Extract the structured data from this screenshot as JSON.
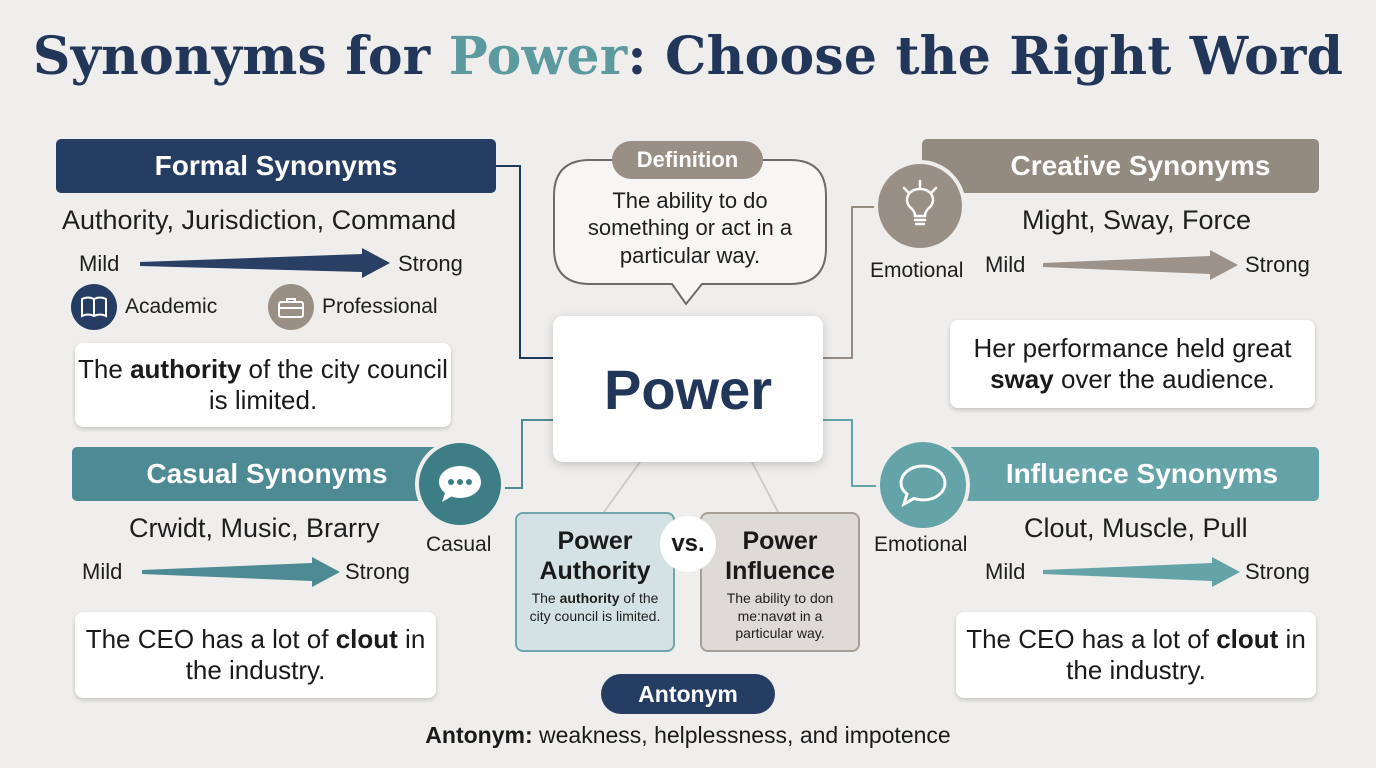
{
  "title": {
    "prefix": "Synonyms for ",
    "accent": "Power",
    "suffix": ": Choose the Right Word"
  },
  "colors": {
    "navy": "#263d63",
    "teal": "#4d8a93",
    "taupe": "#938a80",
    "sea": "#64a3a8",
    "background": "#efeeec"
  },
  "center": {
    "word": "Power",
    "definition_label": "Definition",
    "definition_text": "The ability to do something or act in a particular way."
  },
  "formal": {
    "header": "Formal Synonyms",
    "words": "Authority,  Jurisdiction, Command",
    "mild": "Mild",
    "strong": "Strong",
    "tag1_icon": "book-icon",
    "tag1": "Academic",
    "tag2_icon": "briefcase-icon",
    "tag2": "Professional",
    "example_pre": "The ",
    "example_bold": "authority",
    "example_post": " of the city council is limited."
  },
  "casual": {
    "header": "Casual Synonyms",
    "icon": "speech-bubble-icon",
    "tag": "Casual",
    "words": "Crwidt, Music, Brarry",
    "mild": "Mild",
    "strong": "Strong",
    "example_pre": "The CEO has a lot of ",
    "example_bold": "clout",
    "example_post": " in the industry."
  },
  "creative": {
    "header": "Creative Synonyms",
    "icon": "lightbulb-icon",
    "tag": "Emotional",
    "words": "Might, Sway, Force",
    "mild": "Mild",
    "strong": "Strong",
    "example_pre": "Her performance held great ",
    "example_bold": "sway",
    "example_post": " over the audience."
  },
  "influence": {
    "header": "Influence Synonyms",
    "icon": "chat-bubble-icon",
    "tag": "Emotional",
    "words": "Clout, Muscle, Pull",
    "mild": "Mild",
    "strong": "Strong",
    "example_pre": "The CEO has a lot of ",
    "example_bold": "clout",
    "example_post": " in the industry."
  },
  "comparison": {
    "left_title": "Power Authority",
    "left_pre": "The ",
    "left_bold": "authority",
    "left_post": " of the city council is limited.",
    "vs": "vs.",
    "right_title": "Power Influence",
    "right_desc": "The ability to don me:navøt in a particular way."
  },
  "antonym": {
    "pill": "Antonym",
    "label": "Antonym:",
    "text": " weakness, helplessness, and impotence"
  }
}
